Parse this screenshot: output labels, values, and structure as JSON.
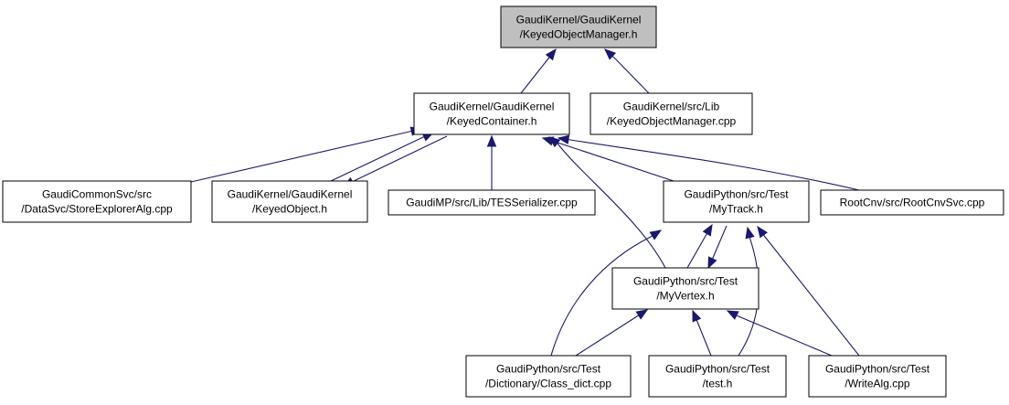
{
  "graph": {
    "kind": "include dependency graph",
    "colors": {
      "root_fill": "#bfbfbf",
      "node_fill": "#ffffff",
      "node_border": "#000000",
      "edge": "#191970"
    },
    "nodes": [
      {
        "id": "keyedobjectmanager-h",
        "lines": [
          "GaudiKernel/GaudiKernel",
          "/KeyedObjectManager.h"
        ],
        "highlighted": true
      },
      {
        "id": "keyedcontainer-h",
        "lines": [
          "GaudiKernel/GaudiKernel",
          "/KeyedContainer.h"
        ]
      },
      {
        "id": "keyedobjectmanager-cpp",
        "lines": [
          "GaudiKernel/src/Lib",
          "/KeyedObjectManager.cpp"
        ]
      },
      {
        "id": "storeexploreralg-cpp",
        "lines": [
          "GaudiCommonSvc/src",
          "/DataSvc/StoreExplorerAlg.cpp"
        ]
      },
      {
        "id": "keyedobject-h",
        "lines": [
          "GaudiKernel/GaudiKernel",
          "/KeyedObject.h"
        ]
      },
      {
        "id": "tesserializer-cpp",
        "lines": [
          "GaudiMP/src/Lib/TESSerializer.cpp"
        ]
      },
      {
        "id": "mytrack-h",
        "lines": [
          "GaudiPython/src/Test",
          "/MyTrack.h"
        ]
      },
      {
        "id": "rootcnvsvc-cpp",
        "lines": [
          "RootCnv/src/RootCnvSvc.cpp"
        ]
      },
      {
        "id": "myvertex-h",
        "lines": [
          "GaudiPython/src/Test",
          "/MyVertex.h"
        ]
      },
      {
        "id": "class-dict-cpp",
        "lines": [
          "GaudiPython/src/Test",
          "/Dictionary/Class_dict.cpp"
        ]
      },
      {
        "id": "test-h",
        "lines": [
          "GaudiPython/src/Test",
          "/test.h"
        ]
      },
      {
        "id": "writealg-cpp",
        "lines": [
          "GaudiPython/src/Test",
          "/WriteAlg.cpp"
        ]
      }
    ],
    "edges": [
      {
        "from": "keyedcontainer-h",
        "to": "keyedobjectmanager-h"
      },
      {
        "from": "keyedobjectmanager-cpp",
        "to": "keyedobjectmanager-h"
      },
      {
        "from": "storeexploreralg-cpp",
        "to": "keyedcontainer-h"
      },
      {
        "from": "keyedobject-h",
        "to": "keyedcontainer-h"
      },
      {
        "from": "keyedcontainer-h",
        "to": "keyedobject-h"
      },
      {
        "from": "tesserializer-cpp",
        "to": "keyedcontainer-h"
      },
      {
        "from": "mytrack-h",
        "to": "keyedcontainer-h"
      },
      {
        "from": "myvertex-h",
        "to": "keyedcontainer-h"
      },
      {
        "from": "rootcnvsvc-cpp",
        "to": "keyedcontainer-h"
      },
      {
        "from": "myvertex-h",
        "to": "mytrack-h"
      },
      {
        "from": "mytrack-h",
        "to": "myvertex-h"
      },
      {
        "from": "class-dict-cpp",
        "to": "mytrack-h"
      },
      {
        "from": "test-h",
        "to": "mytrack-h"
      },
      {
        "from": "writealg-cpp",
        "to": "mytrack-h"
      },
      {
        "from": "class-dict-cpp",
        "to": "myvertex-h"
      },
      {
        "from": "test-h",
        "to": "myvertex-h"
      },
      {
        "from": "writealg-cpp",
        "to": "myvertex-h"
      }
    ]
  }
}
